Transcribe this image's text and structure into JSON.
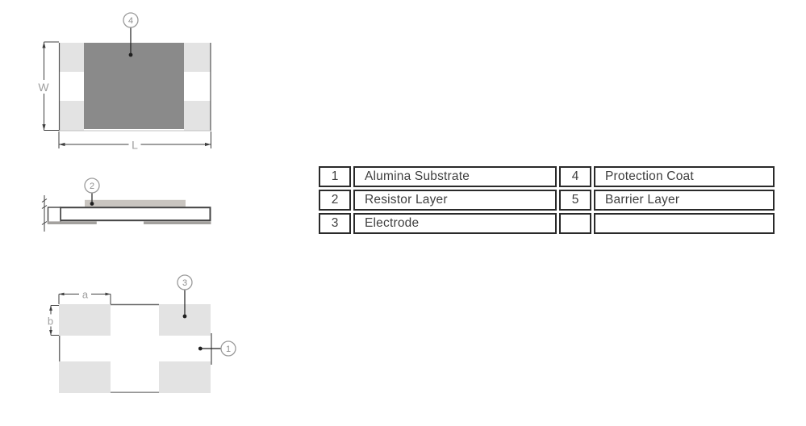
{
  "diagram": {
    "top_view": {
      "width_label": "W",
      "length_label": "L",
      "callout_protection_coat": "4"
    },
    "side_view": {
      "callout_resistor_layer": "2"
    },
    "bottom_view": {
      "pad_width_label": "a",
      "pad_height_label": "b",
      "callout_electrode": "3",
      "callout_substrate": "1"
    },
    "colors": {
      "protection_coat": "#8a8a8a",
      "terminal_pad": "#e3e3e3",
      "resistor_layer": "#c9c5c0",
      "bottom_electrode": "#a3a19e",
      "body_outline": "#424242",
      "dim_line": "#3f3f3f",
      "dim_text": "#9e9e9e",
      "callout_stroke": "#9b9b9b",
      "table_border": "#2a2a2a",
      "table_text": "#3f3f3f"
    }
  },
  "legend_table": {
    "rows": [
      {
        "num1": "1",
        "label1": "Alumina Substrate",
        "num2": "4",
        "label2": "Protection Coat"
      },
      {
        "num1": "2",
        "label1": "Resistor Layer",
        "num2": "5",
        "label2": "Barrier Layer"
      },
      {
        "num1": "3",
        "label1": "Electrode",
        "num2": "",
        "label2": ""
      }
    ]
  }
}
